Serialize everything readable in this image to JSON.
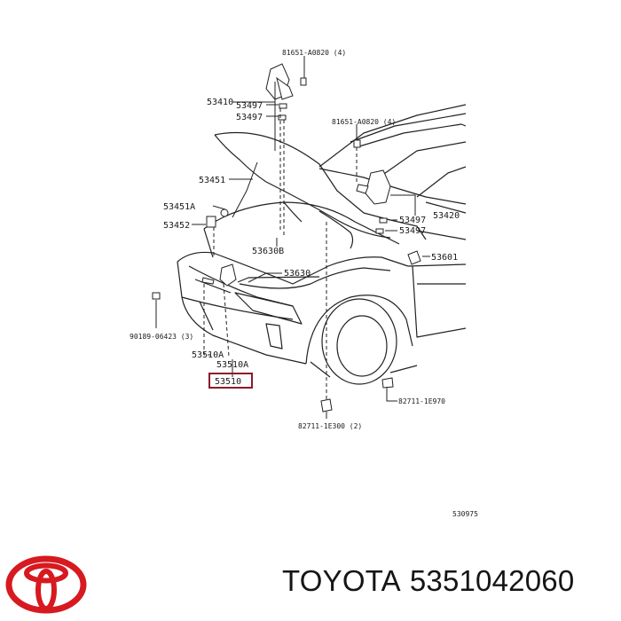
{
  "diagram": {
    "callouts": {
      "c81651_top": "81651-A0820 (4)",
      "c53410": "53410",
      "c53497_a": "53497",
      "c53497_b": "53497",
      "c81651_mid": "81651-A0820 (4)",
      "c53451": "53451",
      "c53451A": "53451A",
      "c53452": "53452",
      "c53420": "53420",
      "c53497_c": "53497",
      "c53497_d": "53497",
      "c53601": "53601",
      "c53630B": "53630B",
      "c53630": "53630",
      "c90189": "90189-06423 (3)",
      "c53510A_1": "53510A",
      "c53510A_2": "53510A",
      "c53510": "53510",
      "c82711_a": "82711-1E970",
      "c82711_b": "82711-1E300 (2)",
      "ref": "530975"
    },
    "highlight_color": "#8b1a2b"
  },
  "brand": {
    "name": "TOYOTA",
    "part_number": "5351042060",
    "logo_color": "#d71920"
  }
}
